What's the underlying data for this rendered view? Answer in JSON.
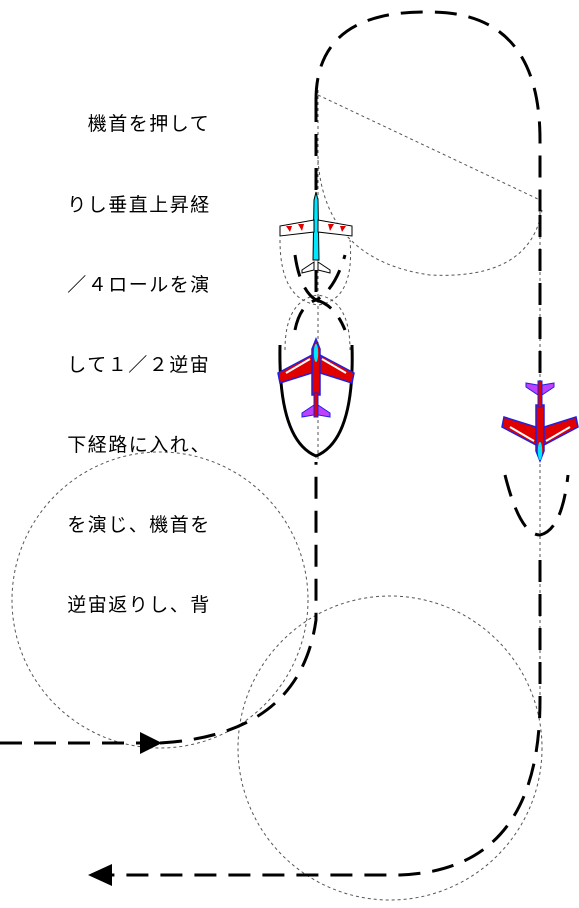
{
  "description_lines": [
    "　機首を押して",
    "りし垂直上昇経",
    "／４ロールを演",
    "して１／２逆宙",
    "下経路に入れ、",
    "を演じ、機首を",
    "逆宙返りし、背"
  ],
  "colors": {
    "path": "#000000",
    "guide": "#555555",
    "plane_red": "#e00000",
    "plane_blue": "#2020e0",
    "plane_cyan": "#00e8ff",
    "plane_magenta": "#c040ff",
    "plane_white": "#ffffff"
  },
  "icons": {
    "entry_arrow": "arrowhead-right-icon",
    "exit_arrow": "arrowhead-left-icon",
    "aircraft": "airplane-icon"
  }
}
